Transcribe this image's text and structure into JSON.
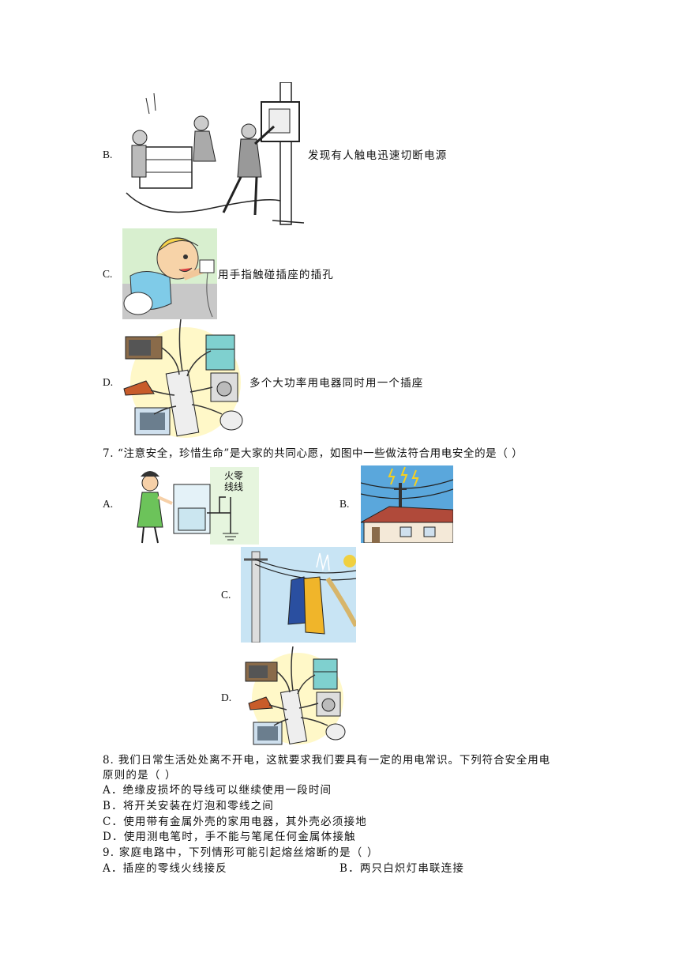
{
  "q6_options": {
    "B": {
      "label": "B.",
      "text": "发现有人触电迅速切断电源"
    },
    "C": {
      "label": "C.",
      "text": "用手指触碰插座的插孔"
    },
    "D": {
      "label": "D.",
      "text": "多个大功率用电器同时用一个插座"
    }
  },
  "q7": {
    "stem": "7.  “注意安全，珍惜生命”是大家的共同心愿，如图中一些做法符合用电安全的是（          ）",
    "options": {
      "A": {
        "label": "A.",
        "image_text": [
          "火零",
          "线线"
        ]
      },
      "B": {
        "label": "B."
      },
      "C": {
        "label": "C."
      },
      "D": {
        "label": "D."
      }
    }
  },
  "q8": {
    "stem_line1": "8.  我们日常生活处处离不开电，这就要求我们要具有一定的用电常识。下列符合安全用电",
    "stem_line2": "原则的是（        ）",
    "options": [
      "A．绝缘皮损坏的导线可以继续使用一段时间",
      "B．将开关安装在灯泡和零线之间",
      "C．使用带有金属外壳的家用电器，其外壳必须接地",
      "D．使用测电笔时，手不能与笔尾任何金属体接触"
    ]
  },
  "q9": {
    "stem": "9.  家庭电路中，下列情形可能引起熔丝熔断的是（        ）",
    "option_a": "A．插座的零线火线接反",
    "option_b": "B．两只白炽灯串联连接"
  }
}
